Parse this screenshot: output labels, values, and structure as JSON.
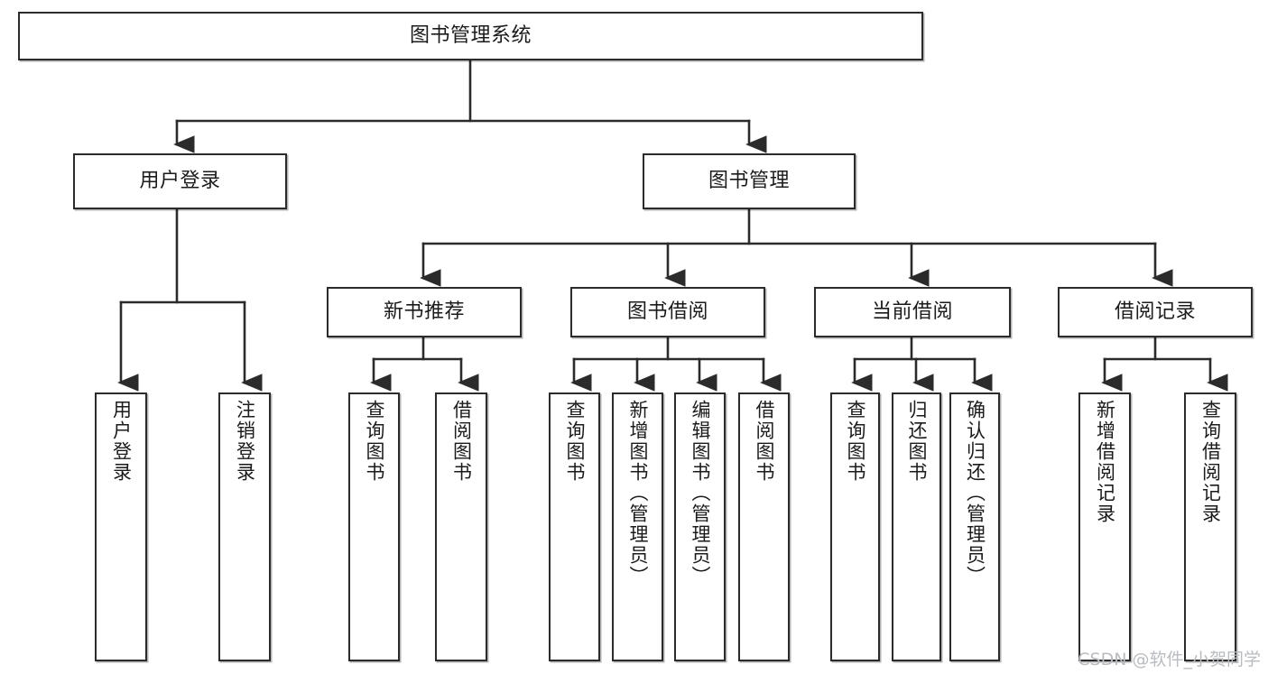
{
  "diagram": {
    "title": "图书管理系统",
    "type": "tree",
    "stroke_color": "#2b2b2b",
    "fill_color": "#ffffff",
    "text_color": "#1b1b1b",
    "watermark": "CSDN @软件_小贺同学",
    "root": {
      "label": "图书管理系统"
    },
    "level1": [
      {
        "label": "用户登录"
      },
      {
        "label": "图书管理"
      }
    ],
    "level2": [
      {
        "label": "新书推荐"
      },
      {
        "label": "图书借阅"
      },
      {
        "label": "当前借阅"
      },
      {
        "label": "借阅记录"
      }
    ],
    "leaves": {
      "user_login": [
        {
          "label": "用户登录"
        },
        {
          "label": "注销登录"
        }
      ],
      "new_book_recommend": [
        {
          "label": "查询图书"
        },
        {
          "label": "借阅图书"
        }
      ],
      "book_borrow": [
        {
          "label": "查询图书"
        },
        {
          "label": "新增图书（管理员）"
        },
        {
          "label": "编辑图书（管理员）"
        },
        {
          "label": "借阅图书"
        }
      ],
      "current_borrow": [
        {
          "label": "查询图书"
        },
        {
          "label": "归还图书"
        },
        {
          "label": "确认归还（管理员）"
        }
      ],
      "borrow_record": [
        {
          "label": "新增借阅记录"
        },
        {
          "label": "查询借阅记录"
        }
      ]
    }
  }
}
